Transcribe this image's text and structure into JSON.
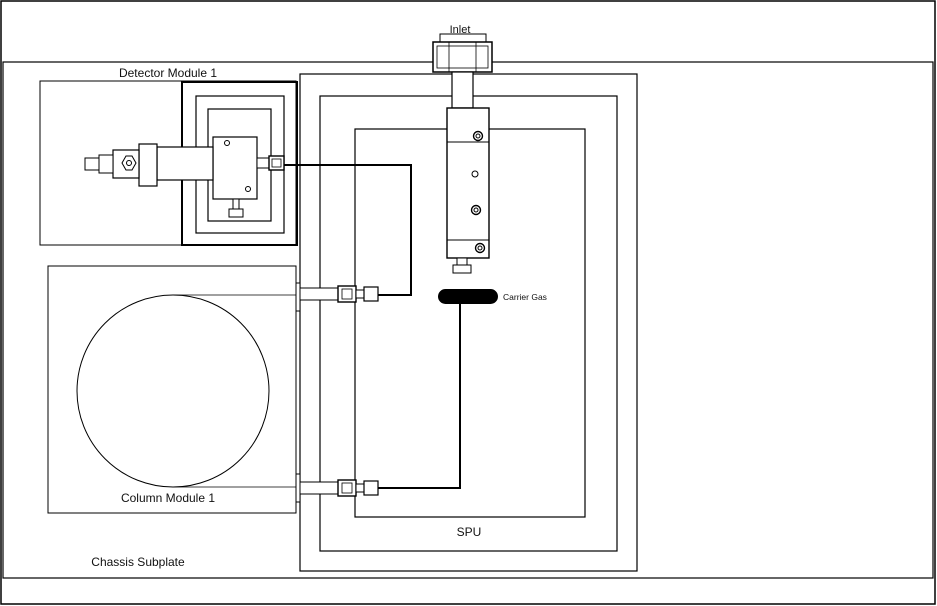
{
  "labels": {
    "inlet": "Inlet",
    "detector_module": "Detector Module 1",
    "column_module": "Column Module 1",
    "carrier_gas": "Carrier Gas",
    "spu": "SPU",
    "chassis_subplate": "Chassis Subplate"
  },
  "colors": {
    "stroke": "#000000",
    "background": "#ffffff"
  }
}
